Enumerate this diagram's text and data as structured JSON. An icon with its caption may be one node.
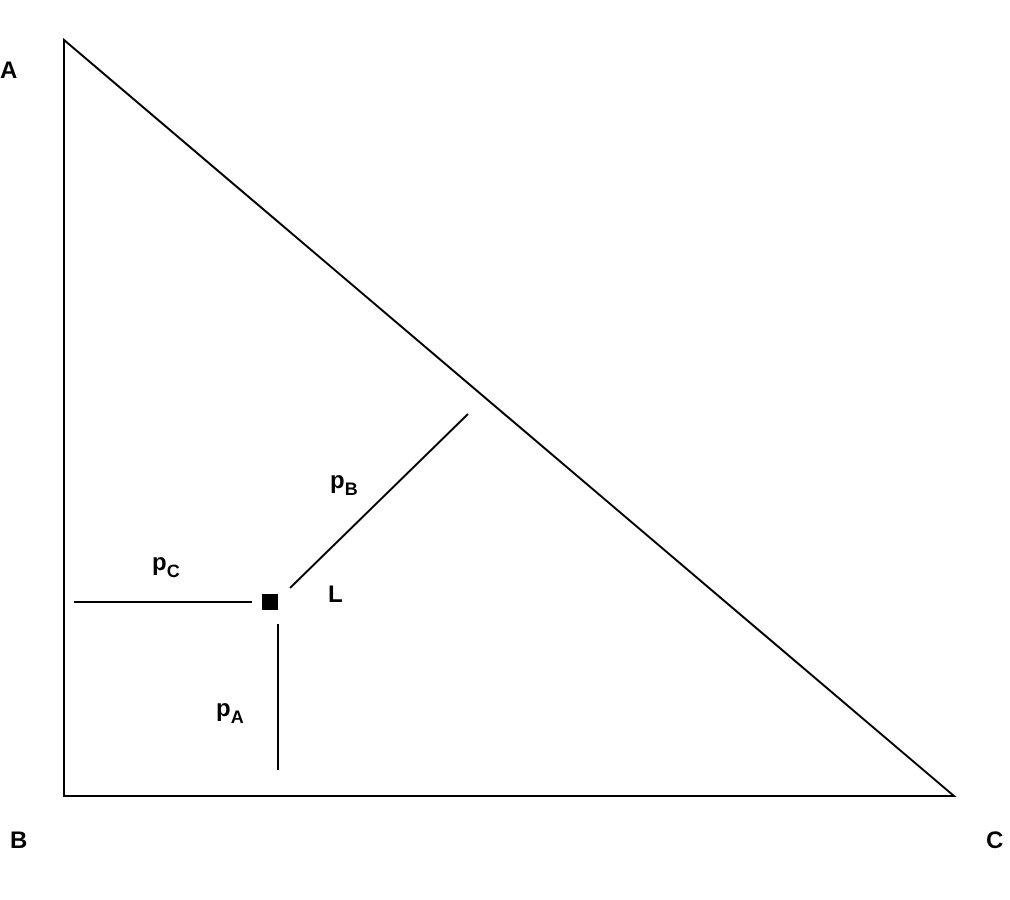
{
  "diagram": {
    "labels": [
      "A",
      "p$_{B}$",
      "p$_{C}$",
      "L",
      "p$_{A}$",
      "B",
      "C"
    ]
  }
}
